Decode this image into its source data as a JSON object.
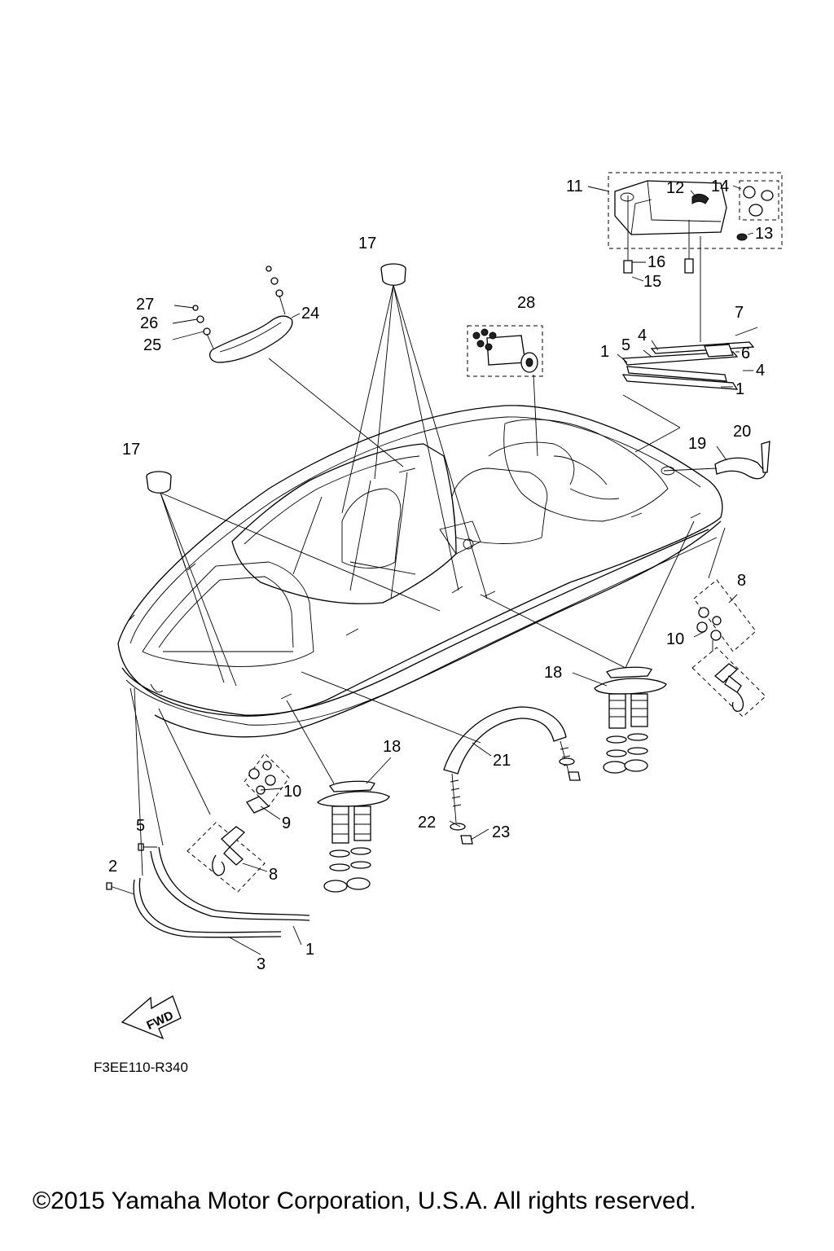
{
  "diagram": {
    "callouts": {
      "c11": "11",
      "c12": "12",
      "c14": "14",
      "c13": "13",
      "c16": "16",
      "c15": "15",
      "c7": "7",
      "c6": "6",
      "c4a": "4",
      "c4b": "4",
      "c5a": "5",
      "c1a": "1",
      "c1b": "1",
      "c17a": "17",
      "c17b": "17",
      "c28": "28",
      "c27": "27",
      "c26": "26",
      "c25": "25",
      "c24": "24",
      "c19": "19",
      "c20": "20",
      "c8a": "8",
      "c10a": "10",
      "c18a": "18",
      "c18b": "18",
      "c21": "21",
      "c22": "22",
      "c23": "23",
      "c10b": "10",
      "c9": "9",
      "c5b": "5",
      "c8b": "8",
      "c2": "2",
      "c3": "3",
      "c1c": "1"
    },
    "fwd_label": "FWD",
    "figure_code": "F3EE110-R340",
    "copyright": "©2015 Yamaha Motor Corporation, U.S.A. All rights reserved."
  }
}
